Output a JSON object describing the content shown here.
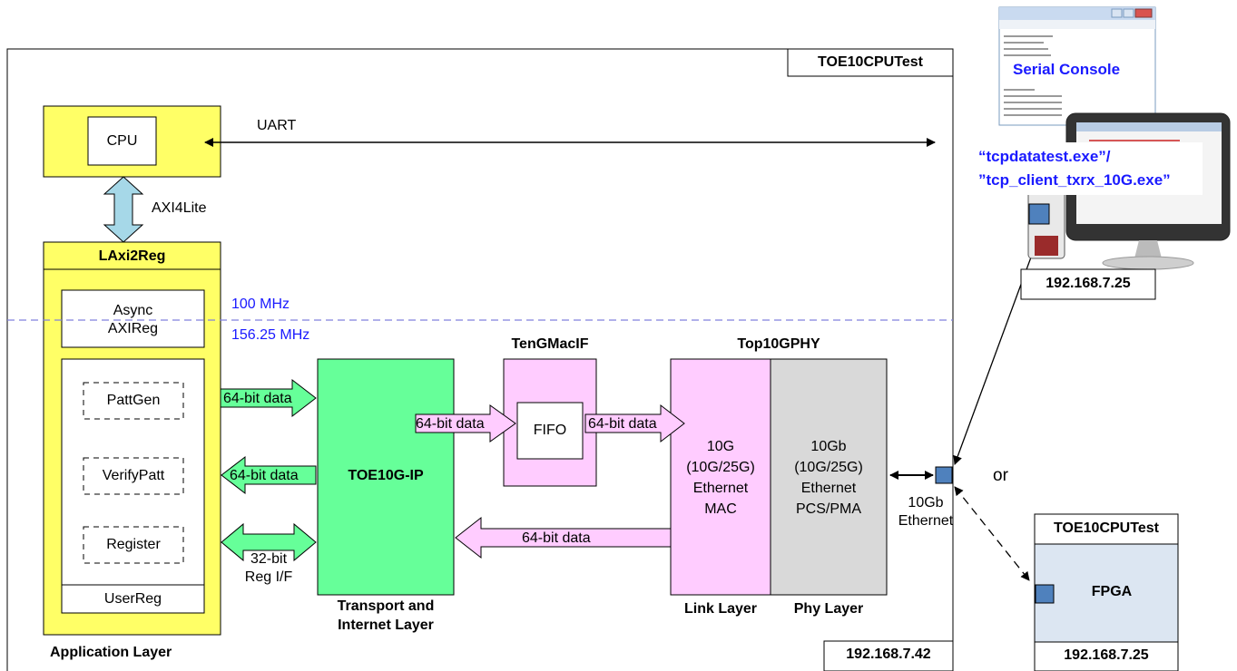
{
  "main_board": {
    "title": "TOE10CPUTest",
    "ip": "192.168.7.42",
    "app_layer_label": "Application Layer"
  },
  "cpu": {
    "label": "CPU",
    "uart_label": "UART",
    "axi_label": "AXI4Lite"
  },
  "laxi2reg": {
    "title": "LAxi2Reg",
    "async_line1": "Async",
    "async_line2": "AXIReg",
    "pattgen": "PattGen",
    "verifypatt": "VerifyPatt",
    "register": "Register",
    "userreg": "UserReg"
  },
  "clocks": {
    "slow": "100 MHz",
    "fast": "156.25 MHz"
  },
  "toe": {
    "label": "TOE10G-IP",
    "layer_line1": "Transport and",
    "layer_line2": "Internet Layer",
    "tx_data": "64-bit data",
    "rx_data": "64-bit data",
    "reg_line1": "32-bit",
    "reg_line2": "Reg I/F"
  },
  "tengmac": {
    "title": "TenGMacIF",
    "fifo": "FIFO",
    "in_data": "64-bit data",
    "out_data": "64-bit data",
    "rx_data": "64-bit data"
  },
  "top10gphy": {
    "title": "Top10GPHY",
    "mac_line1": "10G",
    "mac_line2": "(10G/25G)",
    "mac_line3": "Ethernet",
    "mac_line4": "MAC",
    "pcs_line1": "10Gb",
    "pcs_line2": "(10G/25G)",
    "pcs_line3": "Ethernet",
    "pcs_line4": "PCS/PMA",
    "link_layer": "Link Layer",
    "phy_layer": "Phy Layer"
  },
  "ethernet": {
    "line1": "10Gb",
    "line2": "Ethernet",
    "or_label": "or"
  },
  "pc": {
    "serial_console": "Serial Console",
    "exe_line1": "“tcpdatatest.exe”/",
    "exe_line2": "”tcp_client_txrx_10G.exe”",
    "ip": "192.168.7.25"
  },
  "fpga_board": {
    "title": "TOE10CPUTest",
    "label": "FPGA",
    "ip": "192.168.7.25"
  },
  "colors": {
    "yellow": "#ffff66",
    "green": "#66ff99",
    "pink": "#ffccff",
    "gray": "#d9d9d9",
    "fpga_fill": "#dce6f2",
    "port_blue": "#4f81bd",
    "axi_arrow": "#a6d8e8",
    "clock_text": "#1a1aff"
  }
}
